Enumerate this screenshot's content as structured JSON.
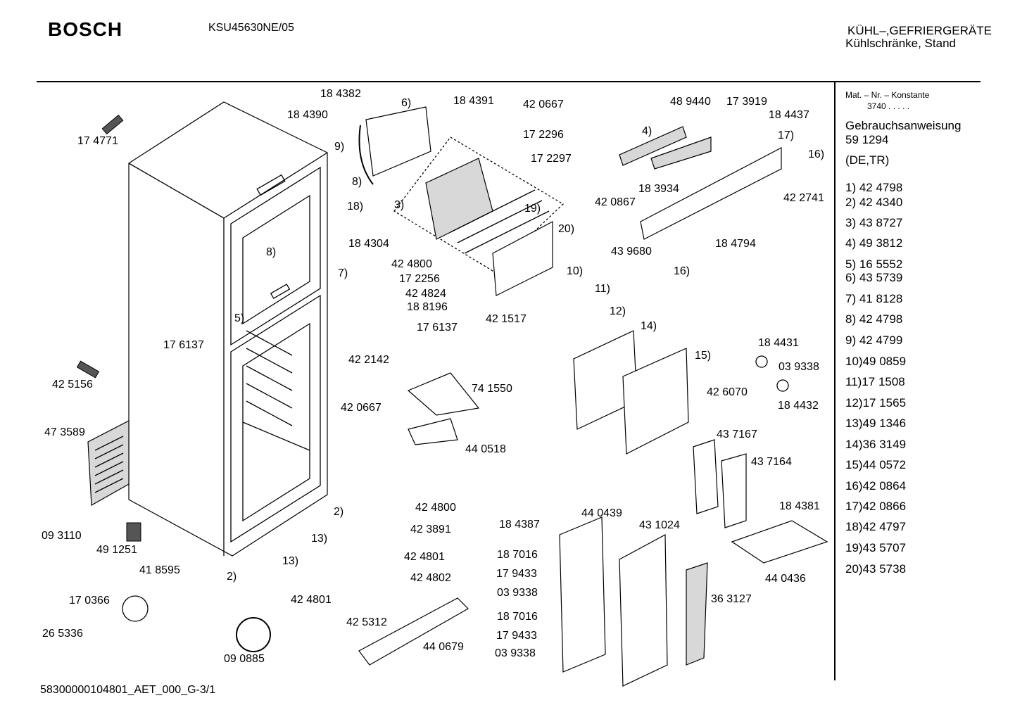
{
  "header": {
    "brand": "BOSCH",
    "model": "KSU45630NE/05",
    "category_line1": "KÜHL–,GEFRIERGERÄTE",
    "category_line2": "Kühlschränke, Stand"
  },
  "footer": {
    "code": "58300000104801_AET_000_G-3/1"
  },
  "sidebar": {
    "mat_header": "Mat. – Nr. – Konstante",
    "mat_value": "3740  .  .  .  .  .",
    "manual_title": "Gebrauchsanweisung",
    "manual_number": "59 1294",
    "languages": "(DE,TR)",
    "parts": [
      {
        "label": "1)  42 4798"
      },
      {
        "label": "2)  42 4340"
      },
      {
        "label": "3)  43 8727"
      },
      {
        "label": "4)  49 3812"
      },
      {
        "label": "5)  16 5552"
      },
      {
        "label": "6)  43 5739"
      },
      {
        "label": "7)  41 8128"
      },
      {
        "label": "8)  42 4798"
      },
      {
        "label": "9)  42 4799"
      },
      {
        "label": "10)49 0859"
      },
      {
        "label": "11)17 1508"
      },
      {
        "label": "12)17 1565"
      },
      {
        "label": "13)49 1346"
      },
      {
        "label": "14)36 3149"
      },
      {
        "label": "15)44 0572"
      },
      {
        "label": "16)42 0864"
      },
      {
        "label": "17)42 0866"
      },
      {
        "label": "18)42 4797"
      },
      {
        "label": "19)43 5707"
      },
      {
        "label": "20)43 5738"
      }
    ]
  },
  "callouts": [
    {
      "text": "18 4382"
    },
    {
      "text": "18 4390"
    },
    {
      "text": "6)"
    },
    {
      "text": "18 4391"
    },
    {
      "text": "42 0667"
    },
    {
      "text": "17 2296"
    },
    {
      "text": "17 2297"
    },
    {
      "text": "17 4771"
    },
    {
      "text": "9)"
    },
    {
      "text": "8)"
    },
    {
      "text": "3)"
    },
    {
      "text": "18)"
    },
    {
      "text": "18 4304"
    },
    {
      "text": "19)"
    },
    {
      "text": "20)"
    },
    {
      "text": "8)"
    },
    {
      "text": "42 4800"
    },
    {
      "text": "17 2256"
    },
    {
      "text": "7)"
    },
    {
      "text": "42 4824"
    },
    {
      "text": "18 8196"
    },
    {
      "text": "5)"
    },
    {
      "text": "17 6137"
    },
    {
      "text": "17 6137"
    },
    {
      "text": "42 2142"
    },
    {
      "text": "10)"
    },
    {
      "text": "42 1517"
    },
    {
      "text": "11)"
    },
    {
      "text": "12)"
    },
    {
      "text": "14)"
    },
    {
      "text": "48 9440"
    },
    {
      "text": "17 3919"
    },
    {
      "text": "18 4437"
    },
    {
      "text": "4)"
    },
    {
      "text": "17)"
    },
    {
      "text": "16)"
    },
    {
      "text": "18 3934"
    },
    {
      "text": "42 2741"
    },
    {
      "text": "42 0867"
    },
    {
      "text": "18 4794"
    },
    {
      "text": "43 9680"
    },
    {
      "text": "16)"
    },
    {
      "text": "15)"
    },
    {
      "text": "18 4431"
    },
    {
      "text": "03 9338"
    },
    {
      "text": "18 4432"
    },
    {
      "text": "42 6070"
    },
    {
      "text": "43 7167"
    },
    {
      "text": "43 7164"
    },
    {
      "text": "74 1550"
    },
    {
      "text": "42 0667"
    },
    {
      "text": "44 0518"
    },
    {
      "text": "42 5156"
    },
    {
      "text": "47 3589"
    },
    {
      "text": "09 3110"
    },
    {
      "text": "49 1251"
    },
    {
      "text": "41 8595"
    },
    {
      "text": "2)"
    },
    {
      "text": "13)"
    },
    {
      "text": "13)"
    },
    {
      "text": "2)"
    },
    {
      "text": "42 4801"
    },
    {
      "text": "42 4800"
    },
    {
      "text": "42 3891"
    },
    {
      "text": "42 4801"
    },
    {
      "text": "42 4802"
    },
    {
      "text": "17 0366"
    },
    {
      "text": "26 5336"
    },
    {
      "text": "09 0885"
    },
    {
      "text": "42 5312"
    },
    {
      "text": "44 0679"
    },
    {
      "text": "18 4387"
    },
    {
      "text": "44 0439"
    },
    {
      "text": "43 1024"
    },
    {
      "text": "18 7016"
    },
    {
      "text": "17 9433"
    },
    {
      "text": "03 9338"
    },
    {
      "text": "18 7016"
    },
    {
      "text": "17 9433"
    },
    {
      "text": "03 9338"
    },
    {
      "text": "18 4381"
    },
    {
      "text": "44 0436"
    },
    {
      "text": "36 3127"
    }
  ]
}
